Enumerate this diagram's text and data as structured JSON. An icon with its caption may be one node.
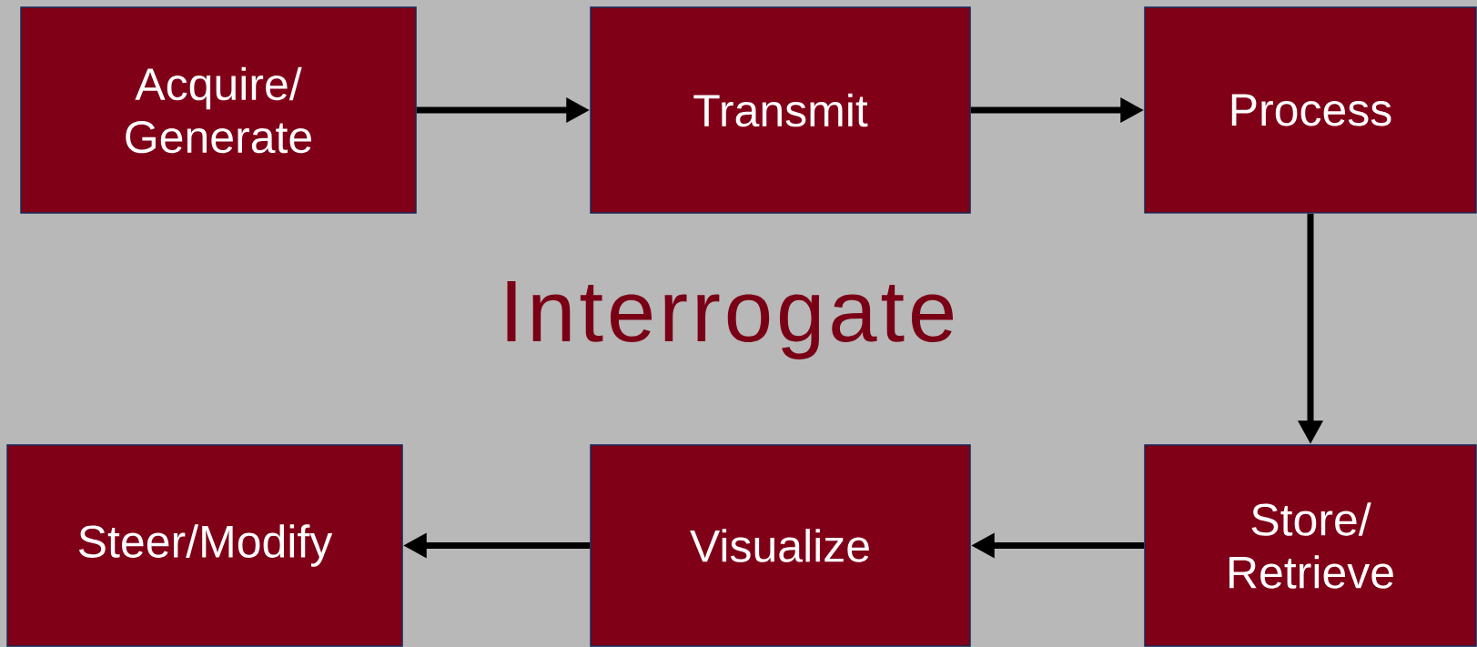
{
  "diagram": {
    "nodes": [
      {
        "text": [
          "Acquire/ Generate"
        ]
      },
      {
        "text": [
          "Transmit"
        ]
      },
      {
        "text": [
          "Process"
        ]
      },
      {
        "text": [
          "Steer/Modify"
        ]
      },
      {
        "text": [
          "Visualize"
        ]
      },
      {
        "text": [
          "Store/ Retrieve"
        ]
      }
    ],
    "edges": [
      {
        "from": 0,
        "to": 1,
        "arrow": "to"
      },
      {
        "from": 1,
        "to": 2,
        "arrow": "to"
      },
      {
        "from": 2,
        "to": 5,
        "arrow": "to"
      },
      {
        "from": 5,
        "to": 4,
        "arrow": "to"
      },
      {
        "from": 4,
        "to": 3,
        "arrow": "to"
      }
    ],
    "labels": [
      "Interrogate"
    ]
  }
}
